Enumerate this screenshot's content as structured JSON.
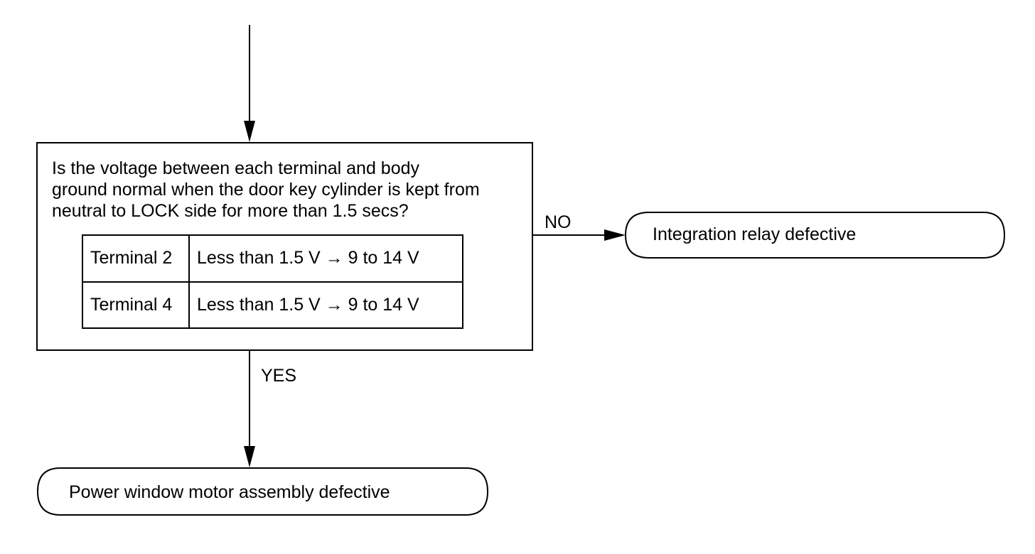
{
  "question": {
    "lines": [
      "Is the voltage between each terminal and body",
      "ground normal when the door key cylinder is kept from",
      "neutral to LOCK side for more than 1.5 secs?"
    ]
  },
  "table": {
    "rows": [
      {
        "terminal": "Terminal 2",
        "condition": "Less than 1.5 V → 9 to 14 V"
      },
      {
        "terminal": "Terminal 4",
        "condition": "Less than 1.5 V → 9 to 14 V"
      }
    ]
  },
  "branches": {
    "no_label": "NO",
    "yes_label": "YES"
  },
  "results": {
    "no": "Integration relay defective",
    "yes": "Power window motor assembly defective"
  }
}
